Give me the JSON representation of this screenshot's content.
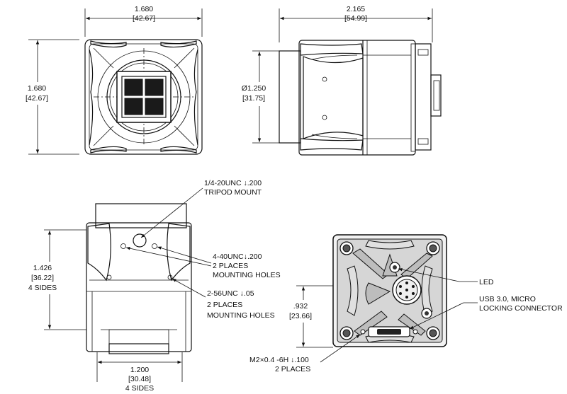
{
  "views": {
    "front": {
      "width_in": "1.680",
      "width_mm": "[42.67]",
      "height_in": "1.680",
      "height_mm": "[42.67]"
    },
    "side": {
      "length_in": "2.165",
      "length_mm": "[54.99]",
      "dia_in": "1.250",
      "dia_mm": "[31.75]",
      "dia_symbol": "Ø"
    },
    "bottom": {
      "tripod_line1": "1/4-20UNC ↓.200",
      "tripod_line2": "TRIPOD MOUNT",
      "height_in": "1.426",
      "height_mm": "[36.22]",
      "height_sides": "4 SIDES",
      "mount1_line1": "4-40UNC↓.200",
      "mount1_line2": "2 PLACES",
      "mount1_line3": "MOUNTING HOLES",
      "mount2_line1": "2-56UNC ↓.05",
      "mount2_line2": "2 PLACES",
      "mount2_line3": "MOUNTING HOLES",
      "width_in": "1.200",
      "width_mm": "[30.48]",
      "width_sides": "4 SIDES"
    },
    "rear": {
      "height_in": ".932",
      "height_mm": "[23.66]",
      "led": "LED",
      "usb_line1": "USB 3.0, MICRO",
      "usb_line2": "LOCKING CONNECTOR",
      "m2_line1": "M2×0.4 -6H ↓.100",
      "m2_line2": "2 PLACES"
    }
  }
}
